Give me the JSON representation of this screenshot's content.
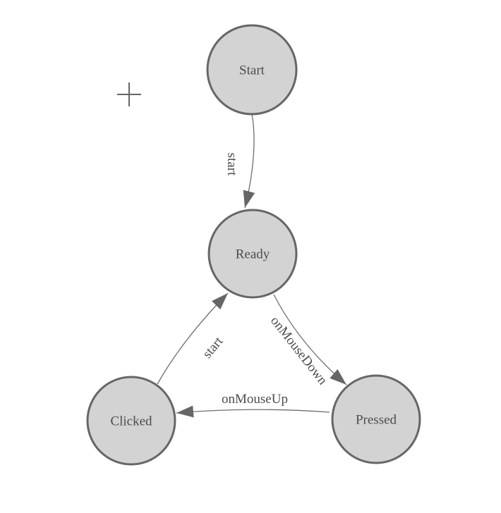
{
  "diagram": {
    "type": "state-machine",
    "colors": {
      "bg": "#ffffff",
      "node_fill": "#d3d3d3",
      "node_stroke": "#666666",
      "edge": "#6e6e6e",
      "arrow": "#666666",
      "text": "#4c4c4c"
    },
    "nodes": [
      {
        "id": "start",
        "label": "Start"
      },
      {
        "id": "ready",
        "label": "Ready"
      },
      {
        "id": "clicked",
        "label": "Clicked"
      },
      {
        "id": "pressed",
        "label": "Pressed"
      }
    ],
    "edges": [
      {
        "from": "Start",
        "to": "Ready",
        "label": "start"
      },
      {
        "from": "Ready",
        "to": "Pressed",
        "label": "onMouseDown"
      },
      {
        "from": "Pressed",
        "to": "Clicked",
        "label": "onMouseUp"
      },
      {
        "from": "Clicked",
        "to": "Ready",
        "label": "start"
      }
    ],
    "origin_marker": "plus-crosshair"
  }
}
